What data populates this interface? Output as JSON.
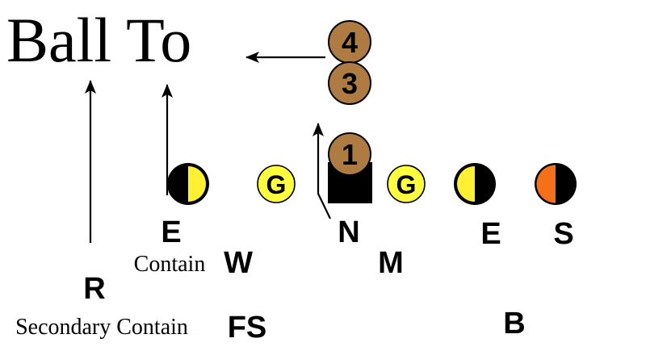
{
  "diagram": {
    "title": "Ball To",
    "colors": {
      "back_brown": "#AE7C42",
      "guard_yellow": "#FFFF3F",
      "half_yellow": "#FFF033",
      "strong_orange": "#F47119",
      "ink": "#000000"
    },
    "backs": {
      "b4": "4",
      "b3": "3",
      "b1": "1"
    },
    "linemen": {
      "guard_left": "G",
      "guard_right": "G"
    },
    "positions": {
      "end_left": "E",
      "nose": "N",
      "end_right": "E",
      "strong_safety": "S",
      "will": "W",
      "mike": "M",
      "rush": "R",
      "free_safety": "FS",
      "buck": "B"
    },
    "notes": {
      "contain": "Contain",
      "secondary_contain": "Secondary Contain"
    }
  }
}
